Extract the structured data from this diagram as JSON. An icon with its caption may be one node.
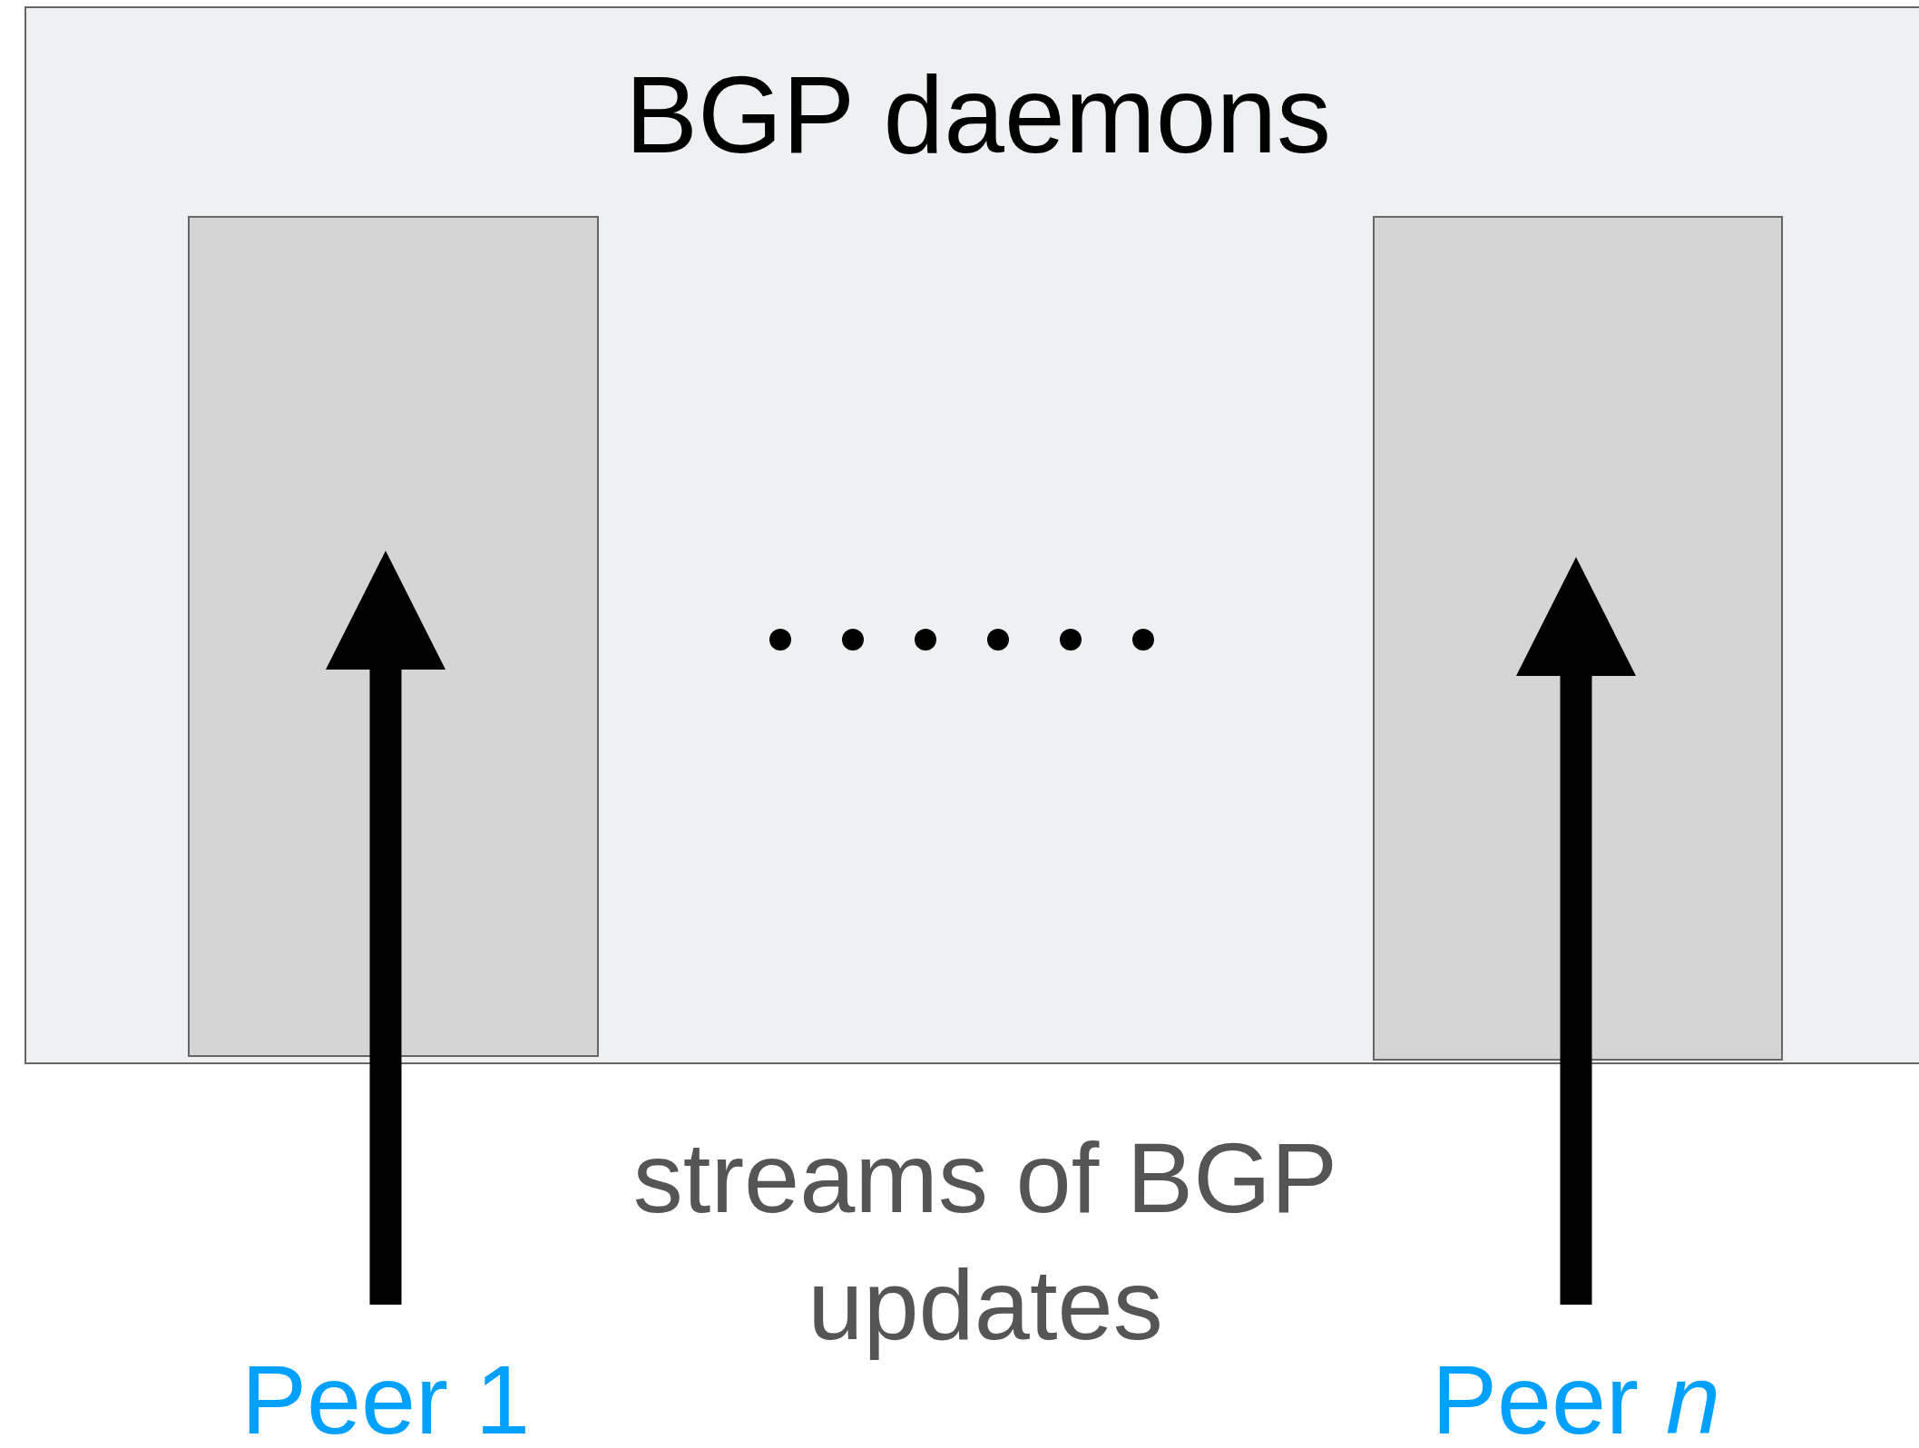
{
  "diagram": {
    "nodes": [
      {
        "text": [
          "BGP daemons"
        ]
      },
      {
        "text": [],
        "shape": "box",
        "in": 0
      },
      {
        "text": [],
        "shape": "box",
        "in": 0
      },
      {
        "text": [
          "Peer 1"
        ]
      },
      {
        "text": [
          "Peer *n*"
        ]
      }
    ],
    "edges": [
      {
        "from": 3,
        "to": 1,
        "arrow": "to"
      },
      {
        "from": 4,
        "to": 2,
        "arrow": "to"
      }
    ],
    "labels": [
      "streams of BGP updates"
    ]
  }
}
